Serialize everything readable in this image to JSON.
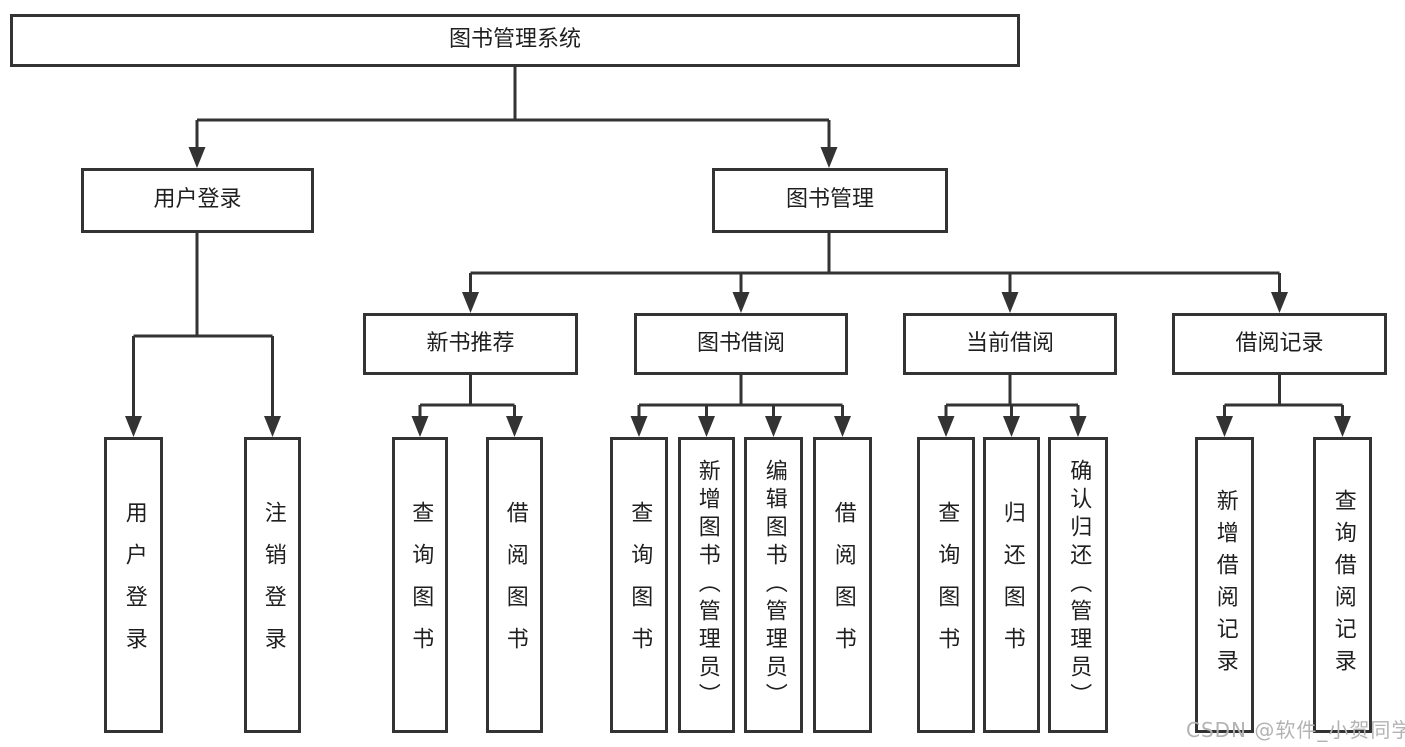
{
  "diagram": {
    "type": "hierarchy-diagram",
    "root": {
      "label": "图书管理系统"
    },
    "level2": [
      {
        "label": "用户登录",
        "parent": "图书管理系统"
      },
      {
        "label": "图书管理",
        "parent": "图书管理系统"
      }
    ],
    "level3": [
      {
        "label": "新书推荐",
        "parent": "图书管理"
      },
      {
        "label": "图书借阅",
        "parent": "图书管理"
      },
      {
        "label": "当前借阅",
        "parent": "图书管理"
      },
      {
        "label": "借阅记录",
        "parent": "图书管理"
      }
    ],
    "leaves": [
      {
        "label": "用户登录",
        "parent": "用户登录"
      },
      {
        "label": "注销登录",
        "parent": "用户登录"
      },
      {
        "label": "查询图书",
        "parent": "新书推荐"
      },
      {
        "label": "借阅图书",
        "parent": "新书推荐"
      },
      {
        "label": "查询图书",
        "parent": "图书借阅"
      },
      {
        "label": "新增图书（管理员）",
        "parent": "图书借阅"
      },
      {
        "label": "编辑图书（管理员）",
        "parent": "图书借阅"
      },
      {
        "label": "借阅图书",
        "parent": "图书借阅"
      },
      {
        "label": "查询图书",
        "parent": "当前借阅"
      },
      {
        "label": "归还图书",
        "parent": "当前借阅"
      },
      {
        "label": "确认归还（管理员）",
        "parent": "当前借阅"
      },
      {
        "label": "新增借阅记录",
        "parent": "借阅记录"
      },
      {
        "label": "查询借阅记录",
        "parent": "借阅记录"
      }
    ],
    "watermark": "CSDN @软件_小贺同学",
    "colors": {
      "line": "#333333",
      "box_border": "#333333",
      "box_fill": "#ffffff",
      "text": "#1f1f1f",
      "watermark": "#b3b3b3",
      "background": "#ffffff"
    }
  }
}
